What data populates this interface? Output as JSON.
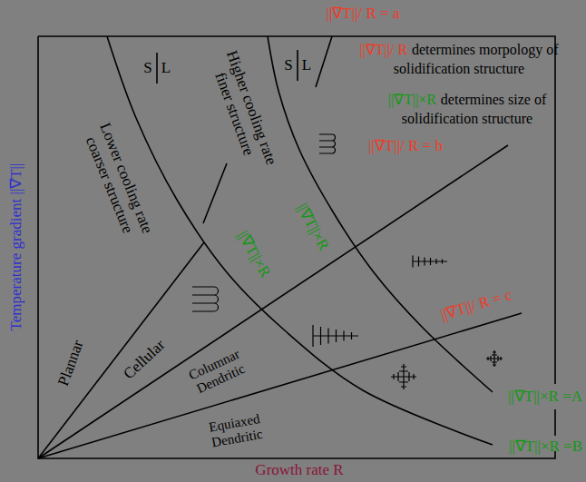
{
  "diagram": {
    "labels": [
      "||∇T||/ R = a",
      "S",
      "L",
      "S",
      "L",
      "||∇T||/ R",
      "determines morpology of solidification structure",
      "||∇T||×R",
      "determines size of solidification structure",
      "Higher cooling rate finer structure",
      "||∇T||×R",
      "Lower cooling rate coarser structure",
      "||∇T||×R",
      "||∇T||/ R = b",
      "||∇T||/ R = c",
      "Plannar",
      "Cellular",
      "Columnar Dendritic",
      "Equiaxed Dendritic",
      "||∇T||×R =A",
      "||∇T||×R =B",
      "Temperature gradient ||∇T||",
      "Growth rate R"
    ]
  }
}
